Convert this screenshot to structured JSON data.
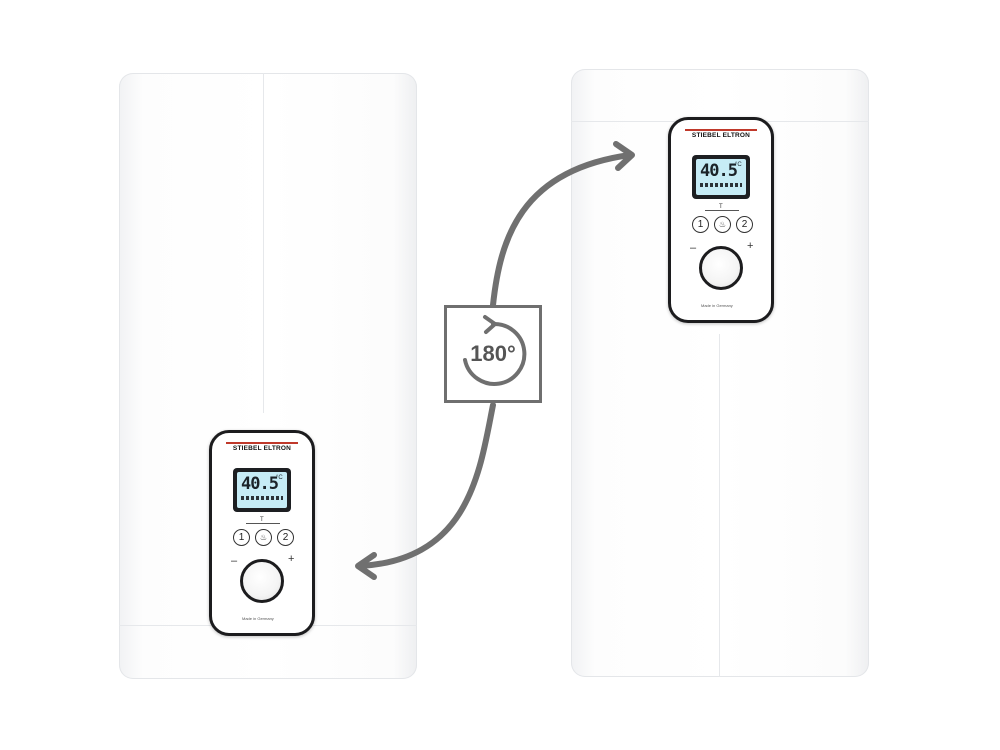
{
  "brand": "STIEBEL ELTRON",
  "display": {
    "value": "40.5",
    "unit": "°C"
  },
  "buttons": {
    "one": "1",
    "two": "2",
    "minus": "–",
    "plus": "+",
    "t_label": "T"
  },
  "made_in": "Made in Germany",
  "rotation_label": "180°",
  "colors": {
    "arrow": "#707070",
    "brand_red": "#c0392b",
    "lcd": "#c6ecf6",
    "frame": "#1c1c1e"
  },
  "icons": [
    "rotate-arrow-icon",
    "double-arrow-icon",
    "eco-icon"
  ]
}
